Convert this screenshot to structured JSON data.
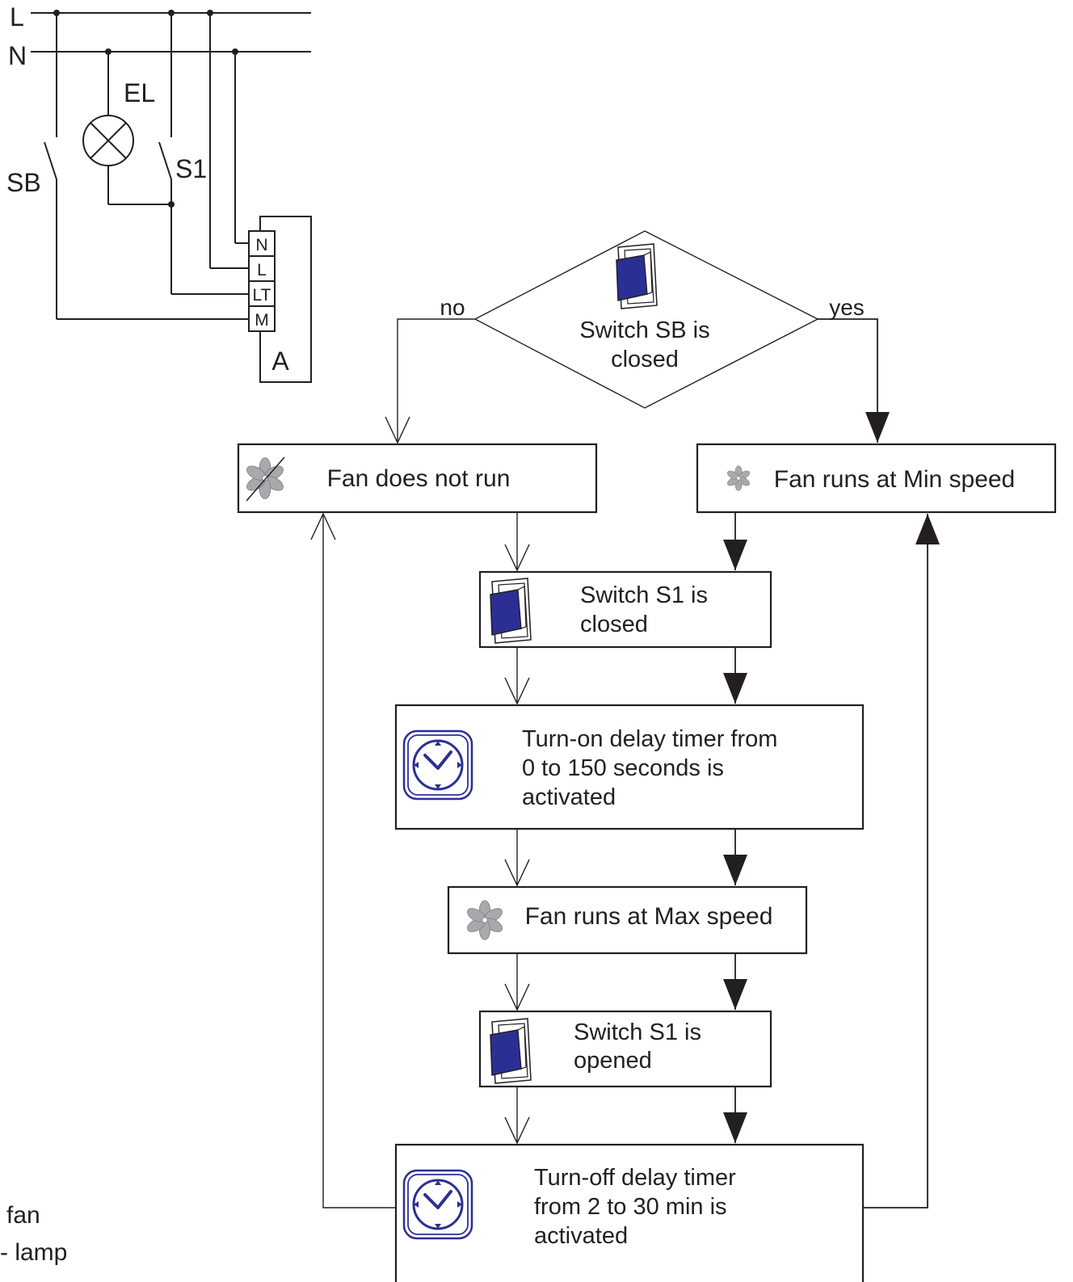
{
  "colors": {
    "line": "#231f20",
    "switch_blue": "#2b2f93",
    "timer_blue": "#2b2f93",
    "fan_grey": "#a7a9ac"
  },
  "circuit": {
    "line_l": "L",
    "line_n": "N",
    "lamp": "EL",
    "switch_sb": "SB",
    "switch_s1": "S1",
    "device": "A",
    "terminals": [
      "N",
      "L",
      "LT",
      "M"
    ]
  },
  "flow": {
    "decision": {
      "line1": "Switch SB is",
      "line2": "closed",
      "no": "no",
      "yes": "yes"
    },
    "fan_off": "Fan does not run",
    "fan_min": "Fan runs at Min speed",
    "s1_closed": {
      "line1": "Switch S1 is",
      "line2": "closed"
    },
    "timer_on": {
      "line1": "Turn-on delay timer from",
      "line2": "0 to 150 seconds is",
      "line3": "activated"
    },
    "fan_max": "Fan runs at Max speed",
    "s1_opened": {
      "line1": "Switch S1 is",
      "line2": "opened"
    },
    "timer_off": {
      "line1": "Turn-off delay timer",
      "line2": "from 2 to 30 min is",
      "line3": "activated"
    }
  },
  "legend": {
    "fan": "fan",
    "lamp": "- lamp"
  }
}
